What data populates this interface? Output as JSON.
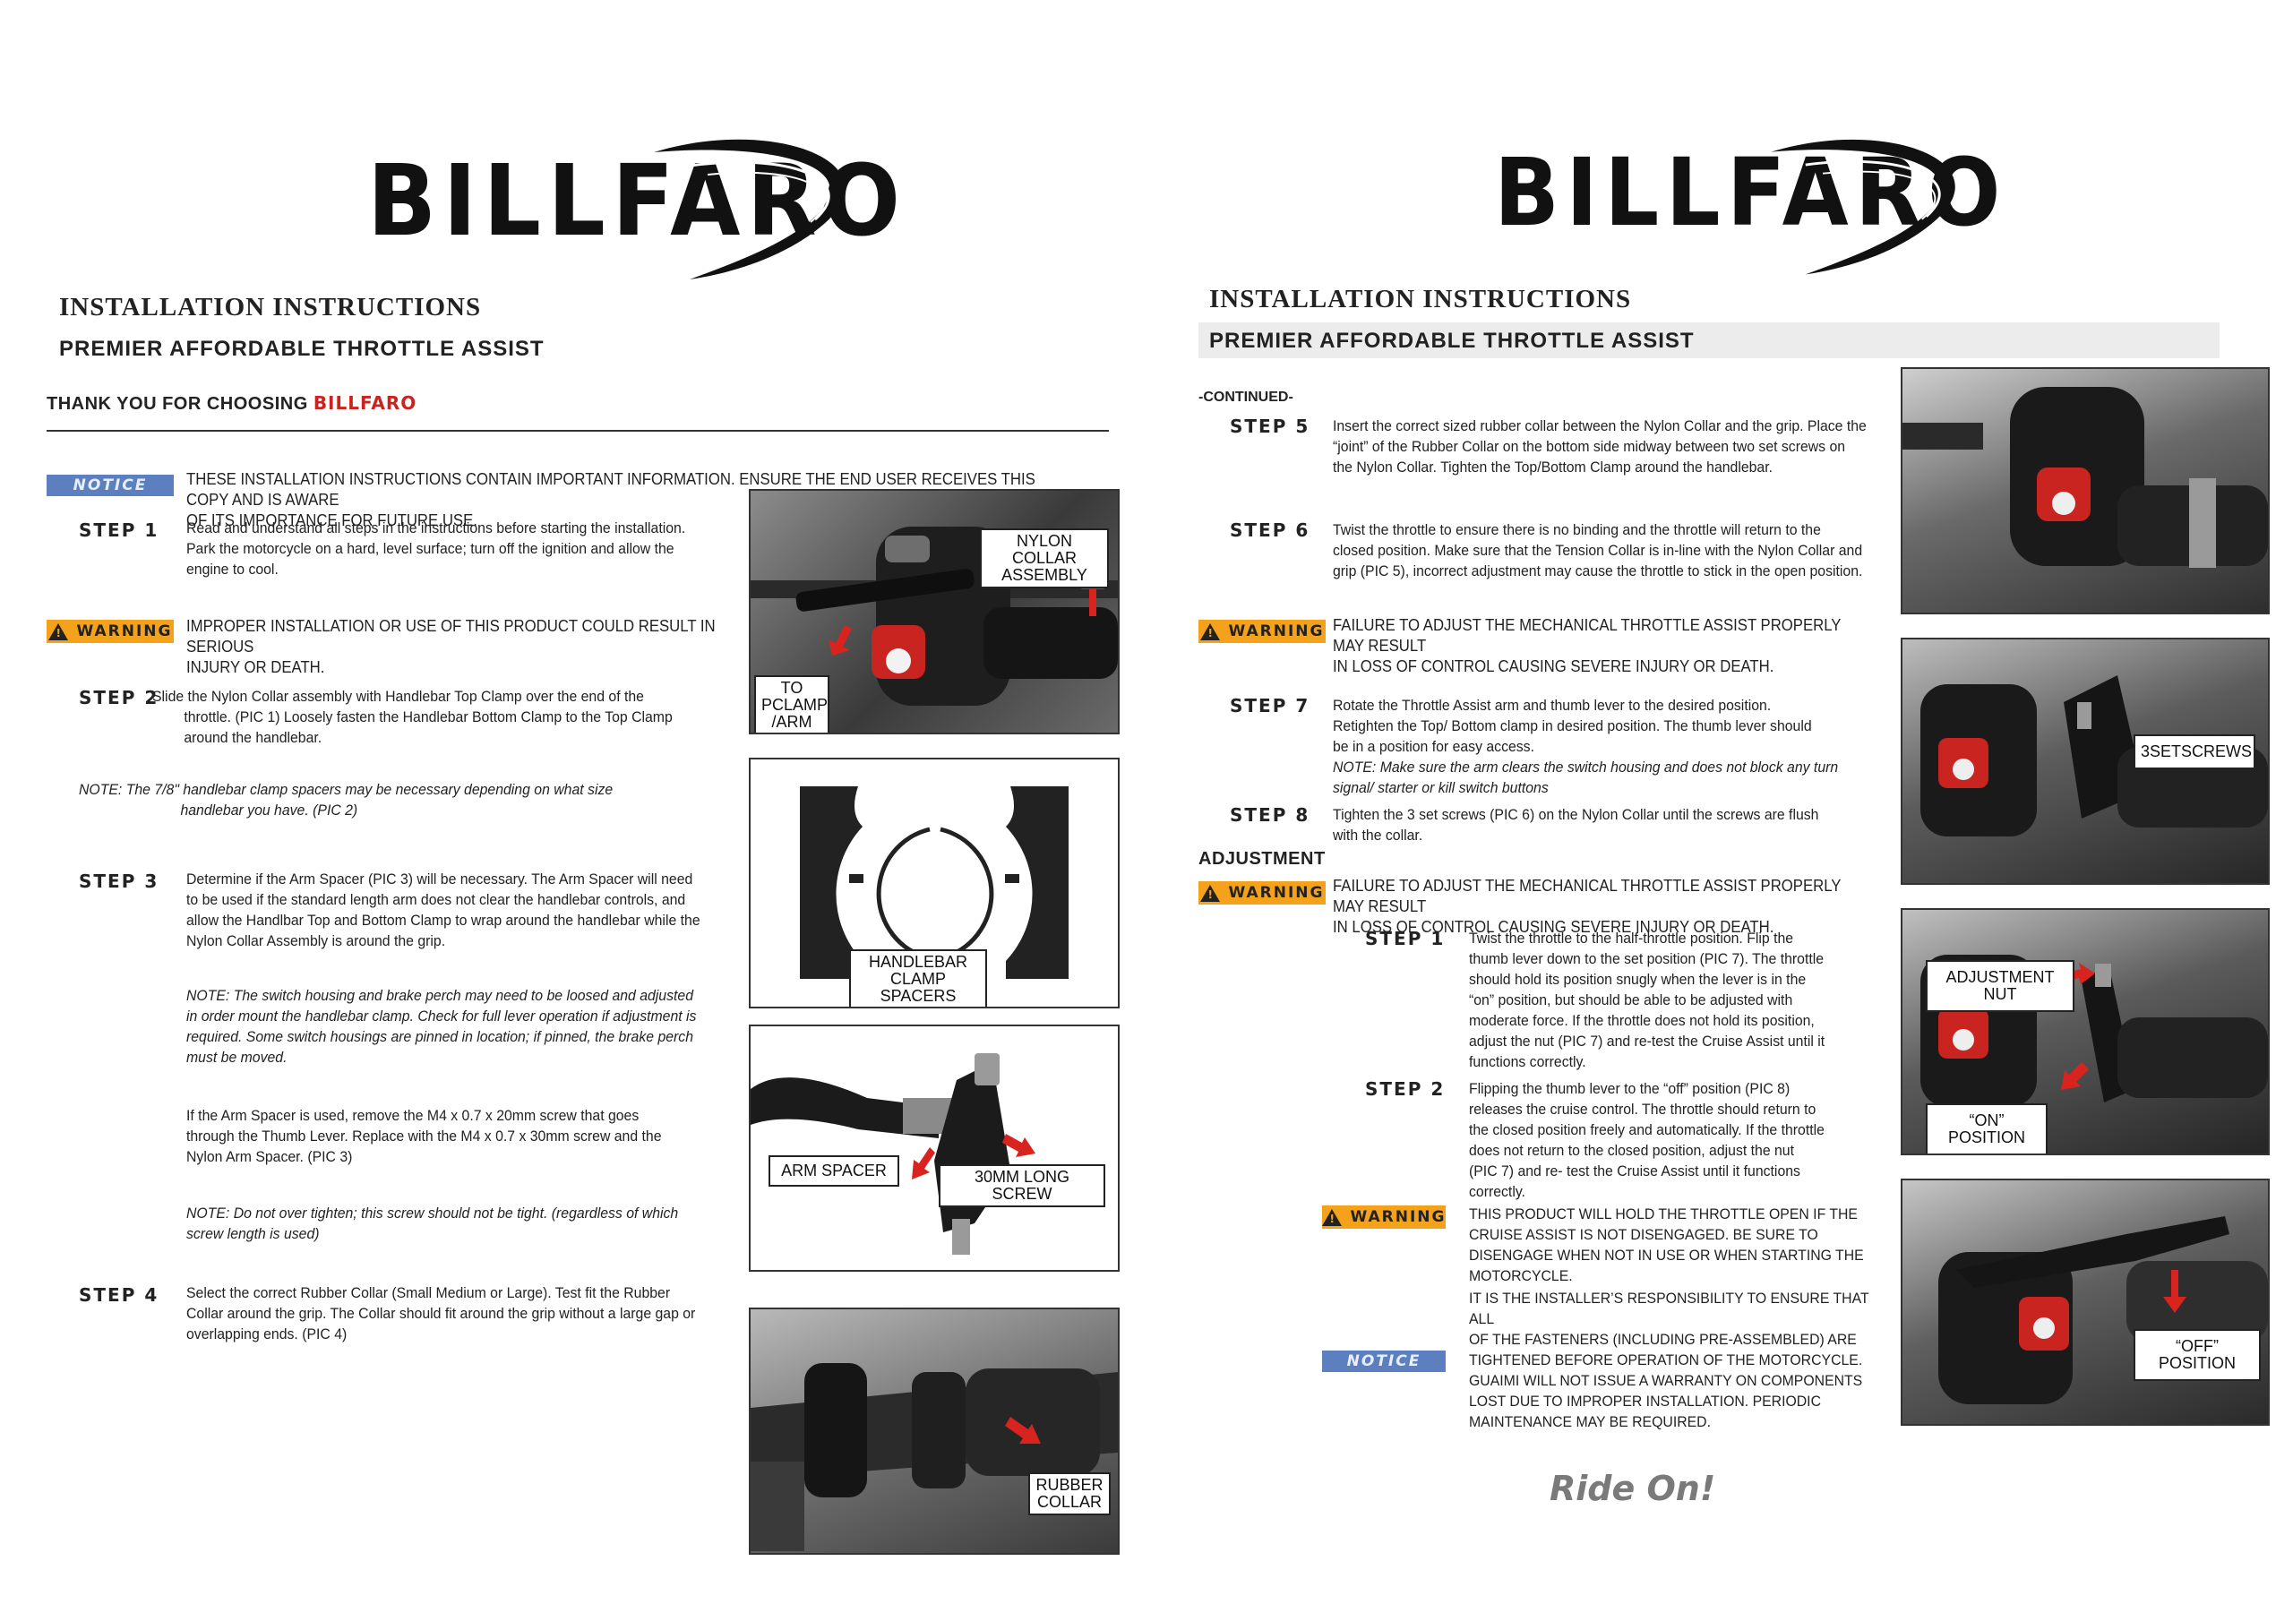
{
  "brand": {
    "name": "BILLFARO"
  },
  "left": {
    "title": "INSTALLATION INSTRUCTIONS",
    "subtitle": "PREMIER AFFORDABLE THROTTLE ASSIST",
    "thanks_prefix": "THANK YOU FOR CHOOSING ",
    "thanks_brand": "BILLFARO",
    "notice_badge": "NOTICE",
    "notice_text_1": "THESE INSTALLATION INSTRUCTIONS CONTAIN IMPORTANT INFORMATION. ENSURE THE END USER RECEIVES THIS COPY AND IS AWARE",
    "notice_text_2": "OF ITS IMPORTANCE FOR FUTURE USE.",
    "step1_label": "STEP 1",
    "step1_l1": "Read and understand all steps in the instructions before starting the installation.",
    "step1_l2": "Park the motorcycle on a hard, level surface; turn off the ignition and allow the",
    "step1_l3": "engine to cool.",
    "warning_badge": "WARNING",
    "warning_l1": "IMPROPER INSTALLATION OR USE OF THIS PRODUCT COULD RESULT IN SERIOUS",
    "warning_l2": "INJURY OR DEATH.",
    "step2_label": "STEP 2",
    "step2_l1": "Slide the Nylon Collar assembly with Handlebar Top Clamp over the end of the",
    "step2_l2": "throttle. (PIC 1) Loosely fasten the Handlebar Bottom Clamp to the Top Clamp",
    "step2_l3": "around the handlebar.",
    "note_l1": "NOTE:  The  7/8\"  handlebar  clamp  spacers  may  be  necessary  depending  on  what  size",
    "note_l2": "handlebar you have. (PIC 2)",
    "step3_label": "STEP 3",
    "step3_l1": "Determine if the Arm Spacer (PIC 3) will be necessary. The Arm Spacer will need",
    "step3_l2": "to be used if the standard length arm does not clear the handlebar controls, and",
    "step3_l3": "allow the Handlbar Top and Bottom Clamp to wrap around the handlebar while the",
    "step3_l4": "Nylon Collar Assembly is around the grip.",
    "note3_l1": "NOTE: The switch housing and brake perch may need to be loosed and adjusted",
    "note3_l2": "in order mount the handlebar clamp. Check for full lever operation if adjustment is",
    "note3_l3": "required. Some switch housings are pinned in location; if pinned, the brake perch",
    "note3_l4": "must be moved.",
    "arm_l1": "If the Arm Spacer is used, remove the M4 x 0.7 x 20mm screw that goes",
    "arm_l2": "through the Thumb Lever. Replace with the M4 x 0.7 x 30mm screw and the",
    "arm_l3": "Nylon Arm Spacer. (PIC 3)",
    "note4_l1": "NOTE: Do not over tighten; this screw should not be tight. (regardless of which",
    "note4_l2": "screw length is used)",
    "step4_label": "STEP 4",
    "step4_l1": "Select the correct Rubber Collar (Small Medium or Large). Test fit the Rubber",
    "step4_l2": "Collar around the grip. The Collar should fit around the grip without a large gap or",
    "step4_l3": "overlapping ends. (PIC 4)",
    "pic1_callout_a": "NYLON COLLAR ASSEMBLY",
    "pic1_callout_b": "TO PCLAMP /ARM",
    "pic2_callout": "HANDLEBAR CLAMP SPACERS",
    "pic3_callout_a": "ARM SPACER",
    "pic3_callout_b": "30MM LONG SCREW",
    "pic4_callout": "RUBBER COLLAR"
  },
  "right": {
    "title": "INSTALLATION INSTRUCTIONS",
    "subtitle": "PREMIER AFFORDABLE THROTTLE ASSIST",
    "continued": "-CONTINUED-",
    "step5_label": "STEP 5",
    "step5_l1": "Insert the correct sized rubber collar between the Nylon Collar and the grip. Place the",
    "step5_l2": "“joint” of the Rubber Collar on the bottom side midway between two set screws on",
    "step5_l3": "the Nylon Collar. Tighten the Top/Bottom Clamp around the handlebar.",
    "step6_label": "STEP 6",
    "step6_l1": "Twist the throttle to ensure there is no binding and the throttle will return to the",
    "step6_l2": "closed position. Make sure that the Tension Collar is in-line with the Nylon Collar and",
    "step6_l3": "grip (PIC 5), incorrect adjustment may cause the throttle to stick in the open position.",
    "warning_badge": "WARNING",
    "warn1_l1": "FAILURE TO ADJUST THE MECHANICAL THROTTLE ASSIST PROPERLY MAY RESULT",
    "warn1_l2": "IN LOSS OF CONTROL CAUSING SEVERE INJURY OR DEATH.",
    "step7_label": "STEP 7",
    "step7_l1": "Rotate the Throttle Assist arm and thumb lever to the desired position.",
    "step7_l2": "Retighten the Top/ Bottom clamp in desired position. The thumb lever should",
    "step7_l3": "be in a position for easy access.",
    "step7_n1": "NOTE: Make sure the arm clears the switch housing and does not block any turn",
    "step7_n2": "signal/ starter or kill switch buttons",
    "step8_label": "STEP 8",
    "step8_l1": "Tighten the 3 set screws (PIC 6) on the Nylon Collar until the screws are flush",
    "step8_l2": "with the collar.",
    "adjustment": "ADJUSTMENT",
    "warn2_l1": "FAILURE TO ADJUST THE MECHANICAL THROTTLE ASSIST PROPERLY MAY RESULT",
    "warn2_l2": "IN LOSS OF CONTROL CAUSING SEVERE INJURY OR DEATH.",
    "adj1_label": "STEP 1",
    "adj1_l1": "Twist the throttle to the half-throttle position. Flip the",
    "adj1_l2": "thumb lever down to the set position (PIC 7). The throttle",
    "adj1_l3": "should hold its position snugly when the lever is in the",
    "adj1_l4": "“on” position, but should be able to be adjusted with",
    "adj1_l5": "moderate force. If the throttle does not hold its position,",
    "adj1_l6": "adjust the nut (PIC 7) and re-test the Cruise Assist until it",
    "adj1_l7": "functions correctly.",
    "adj2_label": "STEP 2",
    "adj2_l1": "Flipping the thumb lever to the “off” position (PIC 8)",
    "adj2_l2": "releases the cruise control. The throttle should return to",
    "adj2_l3": "the closed position freely and automatically. If the throttle",
    "adj2_l4": "does not return to the closed position, adjust the nut",
    "adj2_l5": "(PIC 7) and re- test the Cruise Assist until it functions",
    "adj2_l6": "correctly.",
    "warn3_l1": "THIS PRODUCT WILL HOLD THE THROTTLE OPEN IF THE",
    "warn3_l2": "CRUISE ASSIST IS NOT DISENGAGED. BE SURE TO",
    "warn3_l3": "DISENGAGE WHEN NOT IN USE OR WHEN STARTING THE",
    "warn3_l4": "MOTORCYCLE.",
    "notice_badge": "NOTICE",
    "notice_l1": "IT IS THE INSTALLER’S RESPONSIBILITY TO ENSURE THAT ALL",
    "notice_l2": "OF THE FASTENERS (INCLUDING PRE-ASSEMBLED) ARE",
    "notice_l3": "TIGHTENED BEFORE OPERATION OF THE MOTORCYCLE.",
    "notice_l4": "GUAIMI WILL NOT ISSUE A WARRANTY ON COMPONENTS",
    "notice_l5": "LOST DUE TO IMPROPER INSTALLATION. PERIODIC",
    "notice_l6": "MAINTENANCE MAY BE REQUIRED.",
    "pic6_callout": "3SETSCREWS",
    "pic7_callout_a": "ADJUSTMENT NUT",
    "pic7_callout_b": "“ON” POSITION",
    "pic8_callout": "“OFF” POSITION",
    "ride_on": "Ride On!"
  },
  "colors": {
    "notice": "#5b7fbf",
    "warning": "#f4a21c",
    "accent_red": "#c9241f",
    "subtitle_band": "#ececec"
  }
}
